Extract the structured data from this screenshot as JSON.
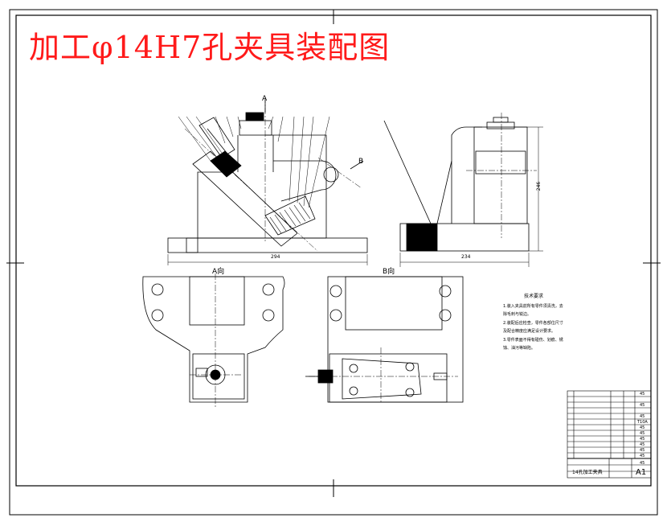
{
  "title": "加工φ14H7孔夹具装配图",
  "view_labels": {
    "section_a": "A",
    "arrow_b": "B",
    "view_a": "A向",
    "view_b": "B向"
  },
  "dimensions": {
    "front_width": "294",
    "side_width": "234",
    "side_height": "246"
  },
  "tech_notes": {
    "title": "技术要求",
    "items": [
      "1.装入夹具前所有零件须清洗，去除毛刺与锐边。",
      "2.装配后应检查，零件各部位尺寸及配合精度应满足设计要求。",
      "3.零件表面不得有碰伤、划痕、锈蚀、油污等缺陷。"
    ]
  },
  "title_block": {
    "drawing_name": "14孔加工夹具",
    "sheet_size": "A1",
    "material_codes": [
      "45",
      "45",
      "45",
      "T10A",
      "45",
      "45",
      "45",
      "45",
      "45",
      "45",
      "45"
    ]
  }
}
